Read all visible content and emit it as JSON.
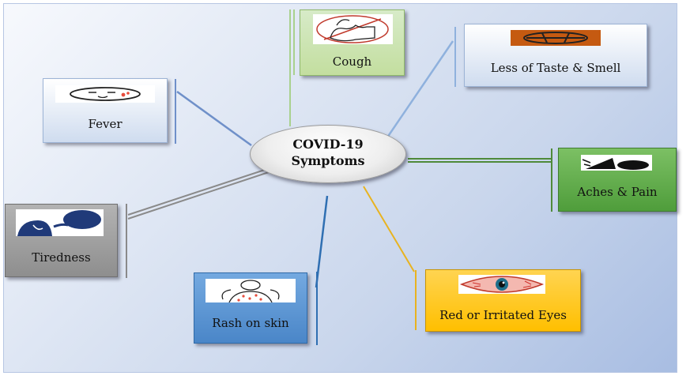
{
  "center": {
    "line1": "COVID-19",
    "line2": "Symptoms"
  },
  "nodes": {
    "cough": {
      "label": "Cough",
      "color": "#c6e0b4"
    },
    "taste": {
      "label": "Less of Taste & Smell",
      "color": "#dae6f4"
    },
    "fever": {
      "label": "Fever",
      "color": "#dae6f4"
    },
    "aches": {
      "label": "Aches & Pain",
      "color": "#5cae48"
    },
    "tiredness": {
      "label": "Tiredness",
      "color": "#9a9a9a"
    },
    "rash": {
      "label": "Rash on skin",
      "color": "#5b9bd5"
    },
    "eyes": {
      "label": "Red or Irritated Eyes",
      "color": "#ffc000"
    }
  },
  "connector_colors": {
    "cough": "#a9d18e",
    "taste": "#8fb1dd",
    "fever": "#6f90c9",
    "aches": "#4f8a3a",
    "tiredness": "#8a8a8a",
    "rash": "#2f6fb2",
    "eyes": "#e8b320"
  },
  "icons": {
    "cough": "coughing-person-icon",
    "taste": "taste-smell-icon",
    "fever": "fever-face-icon",
    "aches": "aches-icon",
    "tiredness": "tired-person-icon",
    "rash": "rash-person-icon",
    "eyes": "red-eye-icon"
  }
}
